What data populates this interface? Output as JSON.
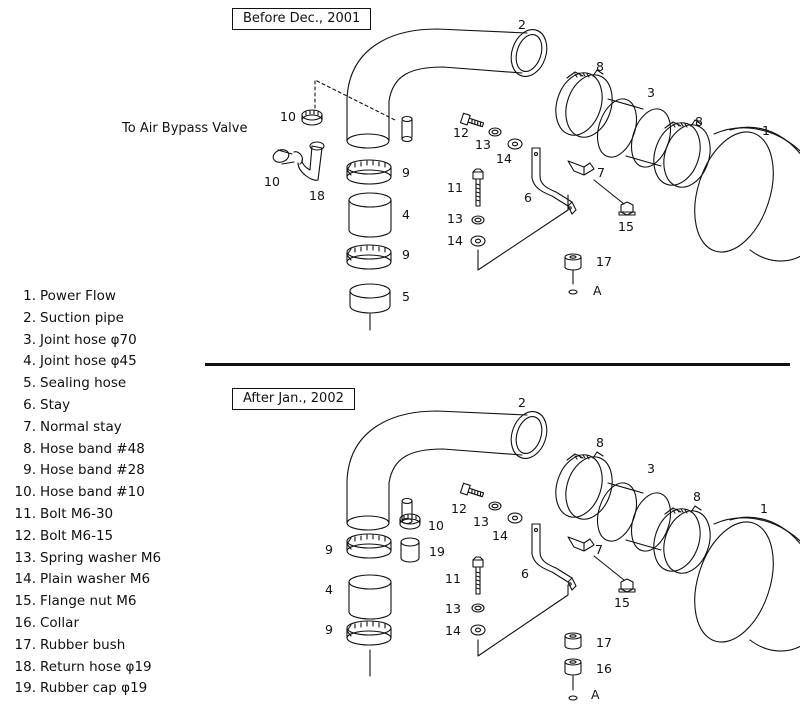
{
  "sections": {
    "before_title": "Before Dec., 2001",
    "after_title": "After Jan., 2002",
    "bypass_note": "To Air Bypass Valve"
  },
  "callouts_top": {
    "n1": "1",
    "n2": "2",
    "n3": "3",
    "n4": "4",
    "n5": "5",
    "n6": "6",
    "n7": "7",
    "n8a": "8",
    "n8b": "8",
    "n9a": "9",
    "n9b": "9",
    "n10a": "10",
    "n10b": "10",
    "n11": "11",
    "n12": "12",
    "n13a": "13",
    "n13b": "13",
    "n14a": "14",
    "n14b": "14",
    "n15": "15",
    "n17": "17",
    "n18": "18",
    "A": "A"
  },
  "callouts_bottom": {
    "n1": "1",
    "n2": "2",
    "n3": "3",
    "n4": "4",
    "n6": "6",
    "n7": "7",
    "n8a": "8",
    "n8b": "8",
    "n9a": "9",
    "n9b": "9",
    "n10": "10",
    "n11": "11",
    "n12": "12",
    "n13a": "13",
    "n13b": "13",
    "n14a": "14",
    "n14b": "14",
    "n15": "15",
    "n16": "16",
    "n17": "17",
    "n19": "19",
    "A": "A"
  },
  "legend": [
    {
      "num": "1.",
      "text": "Power Flow"
    },
    {
      "num": "2.",
      "text": "Suction pipe"
    },
    {
      "num": "3.",
      "text": "Joint hose  φ70"
    },
    {
      "num": "4.",
      "text": "Joint hose  φ45"
    },
    {
      "num": "5.",
      "text": "Sealing hose"
    },
    {
      "num": "6.",
      "text": "Stay"
    },
    {
      "num": "7.",
      "text": "Normal stay"
    },
    {
      "num": "8.",
      "text": "Hose band  #48"
    },
    {
      "num": "9.",
      "text": "Hose band  #28"
    },
    {
      "num": "10.",
      "text": "Hose band  #10"
    },
    {
      "num": "11.",
      "text": "Bolt  M6-30"
    },
    {
      "num": "12.",
      "text": "Bolt  M6-15"
    },
    {
      "num": "13.",
      "text": "Spring washer  M6"
    },
    {
      "num": "14.",
      "text": "Plain washer  M6"
    },
    {
      "num": "15.",
      "text": "Flange nut  M6"
    },
    {
      "num": "16.",
      "text": "Collar"
    },
    {
      "num": "17.",
      "text": "Rubber bush"
    },
    {
      "num": "18.",
      "text": "Return hose  φ19"
    },
    {
      "num": "19.",
      "text": "Rubber cap  φ19"
    }
  ]
}
